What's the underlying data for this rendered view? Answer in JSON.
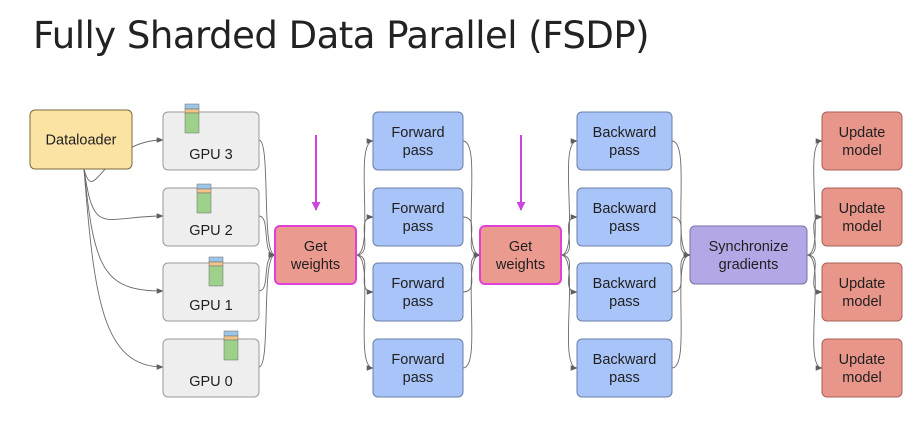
{
  "title": "Fully Sharded Data Parallel (FSDP)",
  "colors": {
    "dataloader_fill": "#fbe3a3",
    "gpu_fill": "#eeeeee",
    "get_weights_fill": "#ea9a8e",
    "get_weights_border": "#e040d8",
    "pass_fill": "#a8c4f8",
    "sync_fill": "#b4a7e6",
    "update_fill": "#e8958a",
    "arrow_magenta": "#cc44dd"
  },
  "nodes": {
    "dataloader": "Dataloader",
    "gpus": [
      "GPU 3",
      "GPU 2",
      "GPU 1",
      "GPU 0"
    ],
    "get_weights": [
      "Get",
      "weights"
    ],
    "forward_pass": [
      "Forward",
      "pass"
    ],
    "backward_pass": [
      "Backward",
      "pass"
    ],
    "synchronize_gradients": [
      "Synchronize",
      "gradients"
    ],
    "update_model": [
      "Update",
      "model"
    ]
  }
}
